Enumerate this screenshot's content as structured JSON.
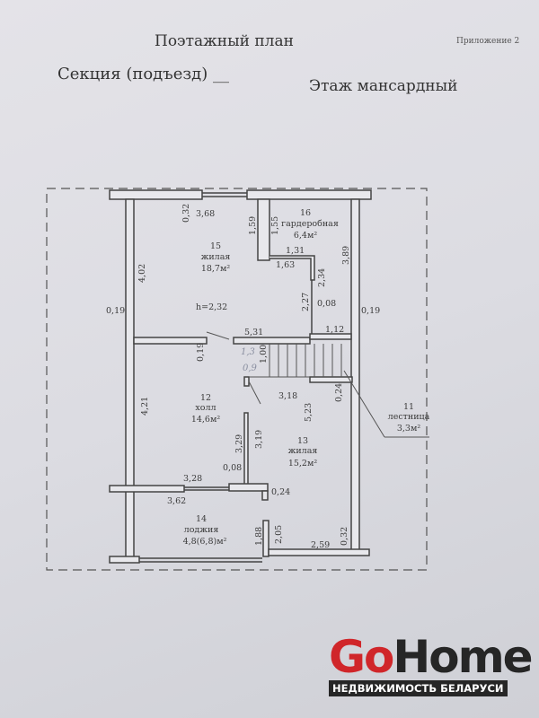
{
  "header": {
    "title": "Поэтажный план",
    "appendix": "Приложение 2",
    "section": "Секция (подъезд) __",
    "floor": "Этаж мансардный"
  },
  "rooms": [
    {
      "number": "15",
      "name": "жилая",
      "area": "18,7м²"
    },
    {
      "number": "16",
      "name": "гардеробная",
      "area": "6,4м²"
    },
    {
      "number": "12",
      "name": "холл",
      "area": "14,6м²"
    },
    {
      "number": "13",
      "name": "жилая",
      "area": "15,2м²"
    },
    {
      "number": "14",
      "name": "лоджия",
      "area": "4,8(6,8)м²"
    },
    {
      "number": "11",
      "name": "лестница",
      "area": "3,3м²"
    }
  ],
  "height": "h=2,32",
  "dimensions": [
    "0,32",
    "3,68",
    "1,59",
    "1,55",
    "1,31",
    "1,63",
    "2,34",
    "4,02",
    "3,89",
    "0,19",
    "0,19",
    "2,27",
    "0,08",
    "5,31",
    "1,12",
    "0,19",
    "1,00",
    "3,18",
    "0,24",
    "4,21",
    "5,23",
    "3,29",
    "3,19",
    "0,08",
    "3,28",
    "3,62",
    "0,24",
    "1,88",
    "2,05",
    "2,59",
    "0,32"
  ],
  "handwritten": [
    "1,3",
    "0,9"
  ],
  "logo": {
    "brand_go": "Go",
    "brand_home": "Home",
    "tagline": "НЕДВИЖИМОСТЬ БЕЛАРУСИ",
    "accent": "#d0262a"
  }
}
